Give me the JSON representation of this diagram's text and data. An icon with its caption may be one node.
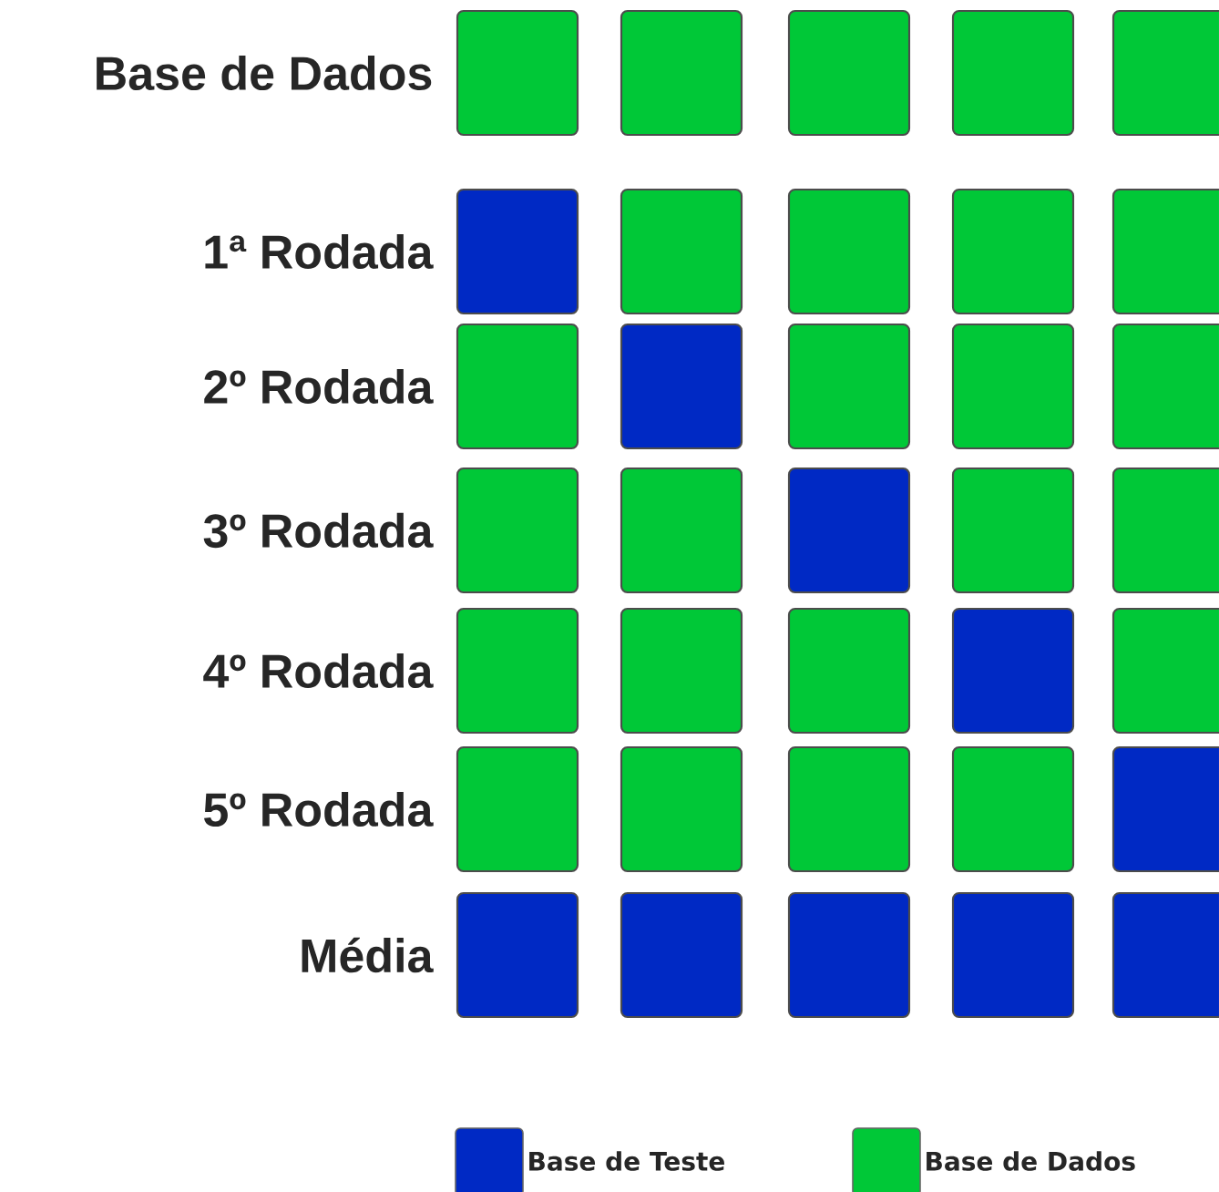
{
  "diagram": {
    "labels": [
      "Base de Dados",
      "1ª Rodada",
      "2º Rodada",
      "3º Rodada",
      "4º Rodada",
      "5º Rodada",
      "Média"
    ],
    "legend": [
      {
        "text": "Base de Teste",
        "color": "#0029c4"
      },
      {
        "text": "Base de Dados",
        "color": "#00c837"
      }
    ]
  }
}
